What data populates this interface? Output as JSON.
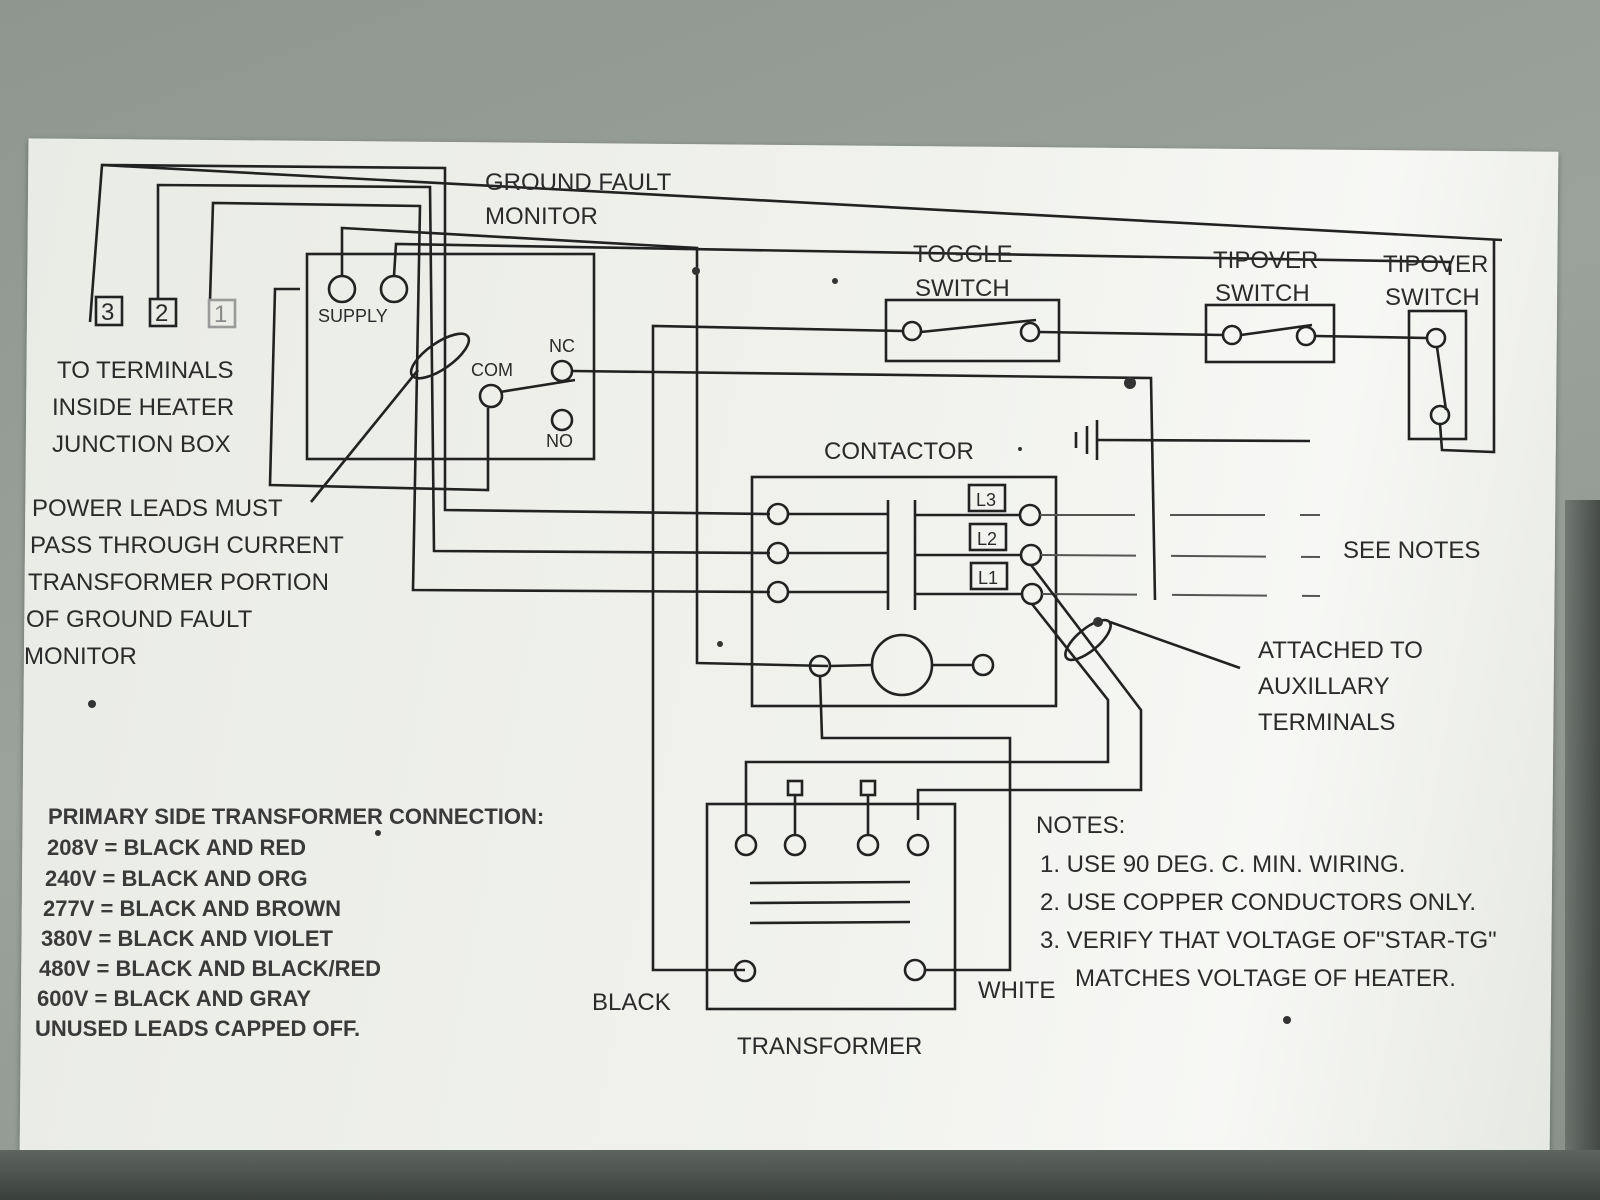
{
  "labels": {
    "gfm_title_1": "GROUND FAULT",
    "gfm_title_2": "MONITOR",
    "supply": "SUPPLY",
    "com": "COM",
    "nc": "NC",
    "no": "NO",
    "terminal_3": "3",
    "terminal_2": "2",
    "terminal_1": "1",
    "terminals_1": "TO TERMINALS",
    "terminals_2": "INSIDE HEATER",
    "terminals_3": "JUNCTION BOX",
    "power_leads": [
      "POWER LEADS MUST",
      "PASS THROUGH CURRENT",
      "TRANSFORMER PORTION",
      "OF GROUND FAULT",
      "MONITOR"
    ],
    "toggle_1": "TOGGLE",
    "toggle_2": "SWITCH",
    "tipover_a_1": "TIPOVER",
    "tipover_a_2": "SWITCH",
    "tipover_b_1": "TIPOVER",
    "tipover_b_2": "SWITCH",
    "contactor": "CONTACTOR",
    "l3": "L3",
    "l2": "L2",
    "l1": "L1",
    "see_notes": "SEE NOTES",
    "aux_1": "ATTACHED TO",
    "aux_2": "AUXILLARY",
    "aux_3": "TERMINALS",
    "black": "BLACK",
    "white": "WHITE",
    "transformer": "TRANSFORMER"
  },
  "primary_side": {
    "title": "PRIMARY SIDE TRANSFORMER CONNECTION:",
    "lines": [
      "208V = BLACK AND RED",
      "240V = BLACK AND ORG",
      "277V = BLACK AND BROWN",
      "380V = BLACK AND VIOLET",
      "480V = BLACK AND BLACK/RED",
      "600V = BLACK AND GRAY",
      "UNUSED LEADS CAPPED OFF."
    ]
  },
  "notes": {
    "title": "NOTES:",
    "lines": [
      "1.  USE 90 DEG. C. MIN. WIRING.",
      "2.  USE COPPER CONDUCTORS ONLY.",
      "3.  VERIFY THAT VOLTAGE OF\"STAR-TG\"",
      "MATCHES VOLTAGE OF HEATER."
    ]
  }
}
